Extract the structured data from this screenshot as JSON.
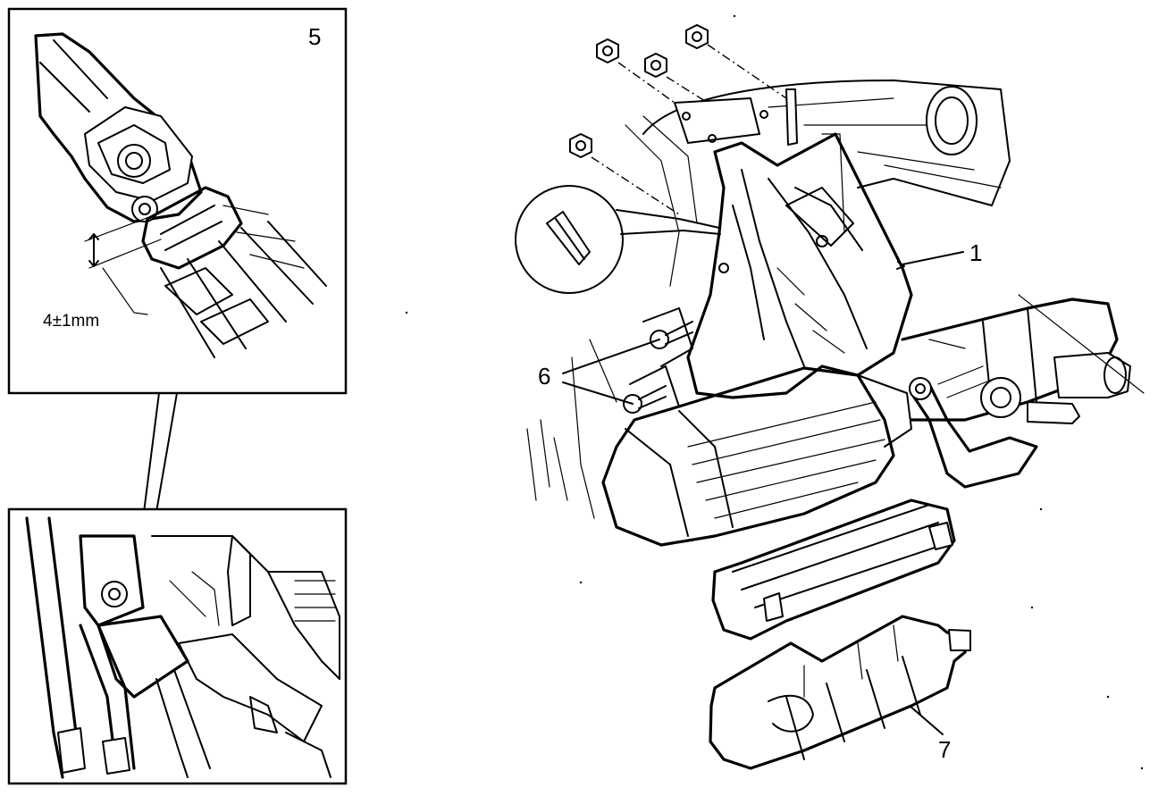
{
  "callouts": {
    "c1": "1",
    "c5": "5",
    "c6": "6",
    "c7": "7"
  },
  "measurement": "4±1mm",
  "colors": {
    "ink": "#000000",
    "paper": "#ffffff"
  }
}
